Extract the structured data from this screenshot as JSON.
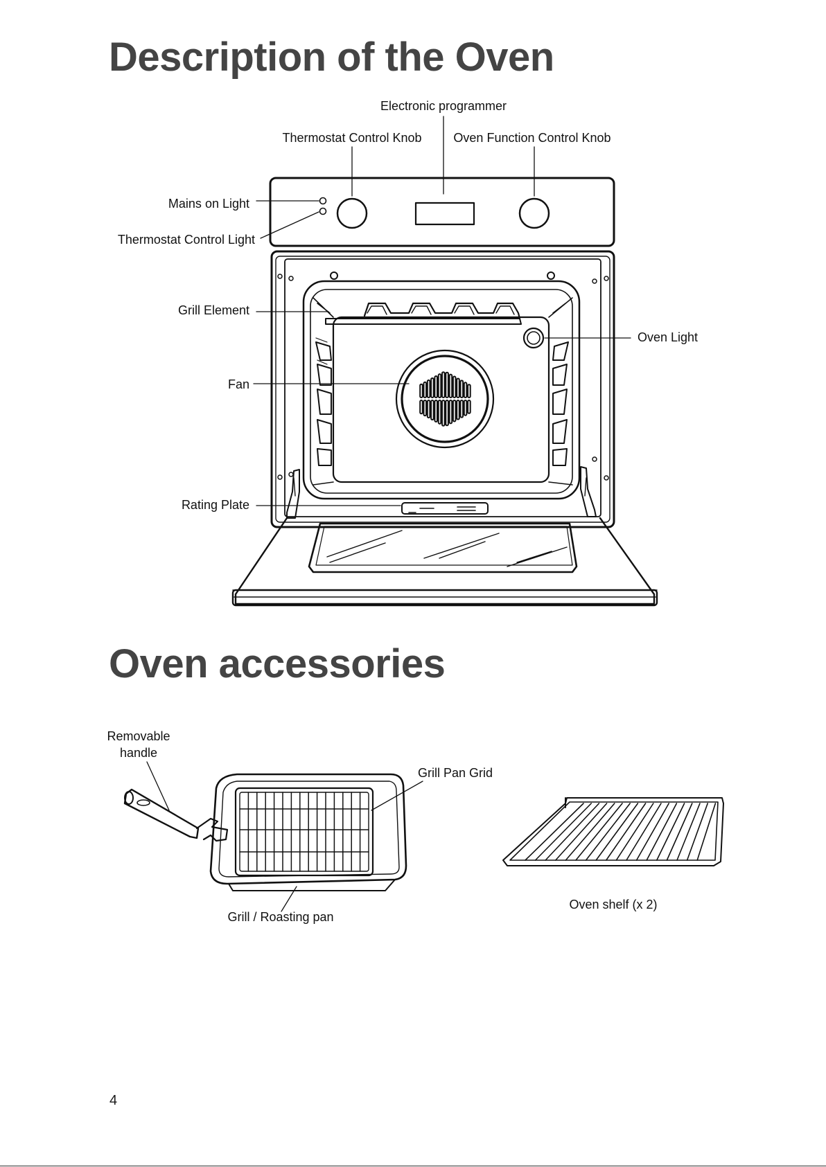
{
  "titles": {
    "description": "Description of the Oven",
    "accessories": "Oven accessories"
  },
  "oven_labels": {
    "electronic_programmer": "Electronic programmer",
    "thermostat_control_knob": "Thermostat Control Knob",
    "oven_function_control_knob": "Oven Function Control Knob",
    "mains_on_light": "Mains on Light",
    "thermostat_control_light": "Thermostat Control Light",
    "grill_element": "Grill Element",
    "oven_light": "Oven Light",
    "fan": "Fan",
    "rating_plate": "Rating Plate"
  },
  "accessory_labels": {
    "removable_handle_line1": "Removable",
    "removable_handle_line2": "handle",
    "grill_pan_grid": "Grill Pan Grid",
    "grill_roasting_pan": "Grill / Roasting pan",
    "oven_shelf": "Oven shelf (x 2)"
  },
  "page_number": "4"
}
